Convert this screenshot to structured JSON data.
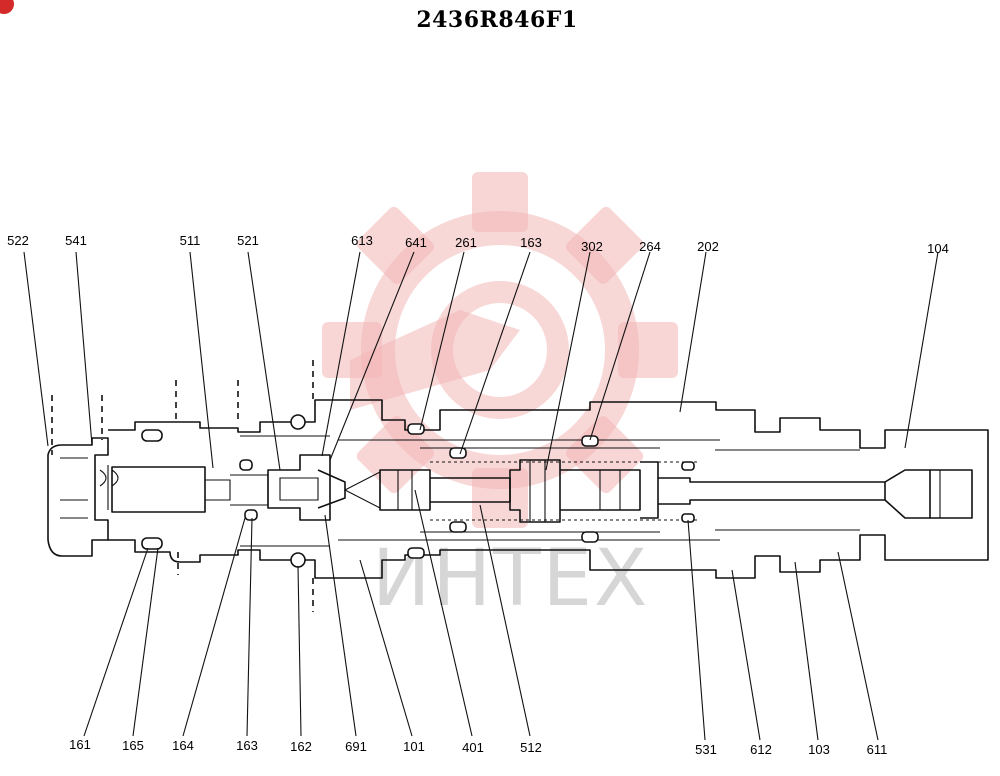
{
  "title": "2436R846F1",
  "watermark": {
    "logo": "gear-watermark",
    "text": "ИНТЕХ",
    "color": "#f3b6b6"
  },
  "labels": {
    "top": [
      "522",
      "541",
      "511",
      "521",
      "613",
      "641",
      "261",
      "163",
      "302",
      "264",
      "202",
      "104"
    ],
    "bottom": [
      "161",
      "165",
      "164",
      "163",
      "162",
      "691",
      "101",
      "401",
      "512",
      "531",
      "612",
      "103",
      "611"
    ]
  }
}
